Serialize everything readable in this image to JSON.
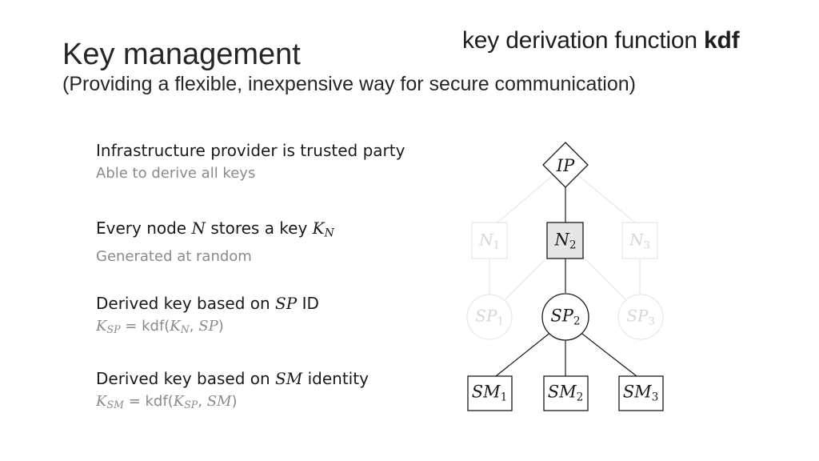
{
  "heading_top": {
    "text": "key derivation function ",
    "bold": "kdf"
  },
  "title": "Key management",
  "subtitle": "(Providing a flexible, inexpensive way for secure communication)",
  "bullets": [
    {
      "main_a": "Infrastructure provider is trusted party",
      "sub": "Able to derive all keys"
    },
    {
      "main_a": "Every node ",
      "var1": "N",
      "main_b": " stores a key ",
      "var2": "K",
      "var2_sub": "N",
      "sub": "Generated at random"
    },
    {
      "main_a": "Derived key based on ",
      "var1": "SP",
      "main_b": " ID",
      "formula": {
        "lhs": "K",
        "lhs_sub": "SP",
        "eq": " = kdf(",
        "arg1": "K",
        "arg1_sub": "N",
        "sep": ", ",
        "arg2": "SP",
        "close": ")"
      }
    },
    {
      "main_a": "Derived key based on ",
      "var1": "SM",
      "main_b": " identity",
      "formula": {
        "lhs": "K",
        "lhs_sub": "SM",
        "eq": " = kdf(",
        "arg1": "K",
        "arg1_sub": "SP",
        "sep": ", ",
        "arg2": "SM",
        "close": ")"
      }
    }
  ],
  "diagram": {
    "nodes": {
      "ip": {
        "label": "IP"
      },
      "n1": {
        "base": "N",
        "idx": "1"
      },
      "n2": {
        "base": "N",
        "idx": "2"
      },
      "n3": {
        "base": "N",
        "idx": "3"
      },
      "sp1": {
        "base": "SP",
        "idx": "1"
      },
      "sp2": {
        "base": "SP",
        "idx": "2"
      },
      "sp3": {
        "base": "SP",
        "idx": "3"
      },
      "sm1": {
        "base": "SM",
        "idx": "1"
      },
      "sm2": {
        "base": "SM",
        "idx": "2"
      },
      "sm3": {
        "base": "SM",
        "idx": "3"
      }
    },
    "colors": {
      "active": "#1a1a1a",
      "faded": "#dcdcdc",
      "highlight_fill": "#e6e6e6"
    }
  }
}
